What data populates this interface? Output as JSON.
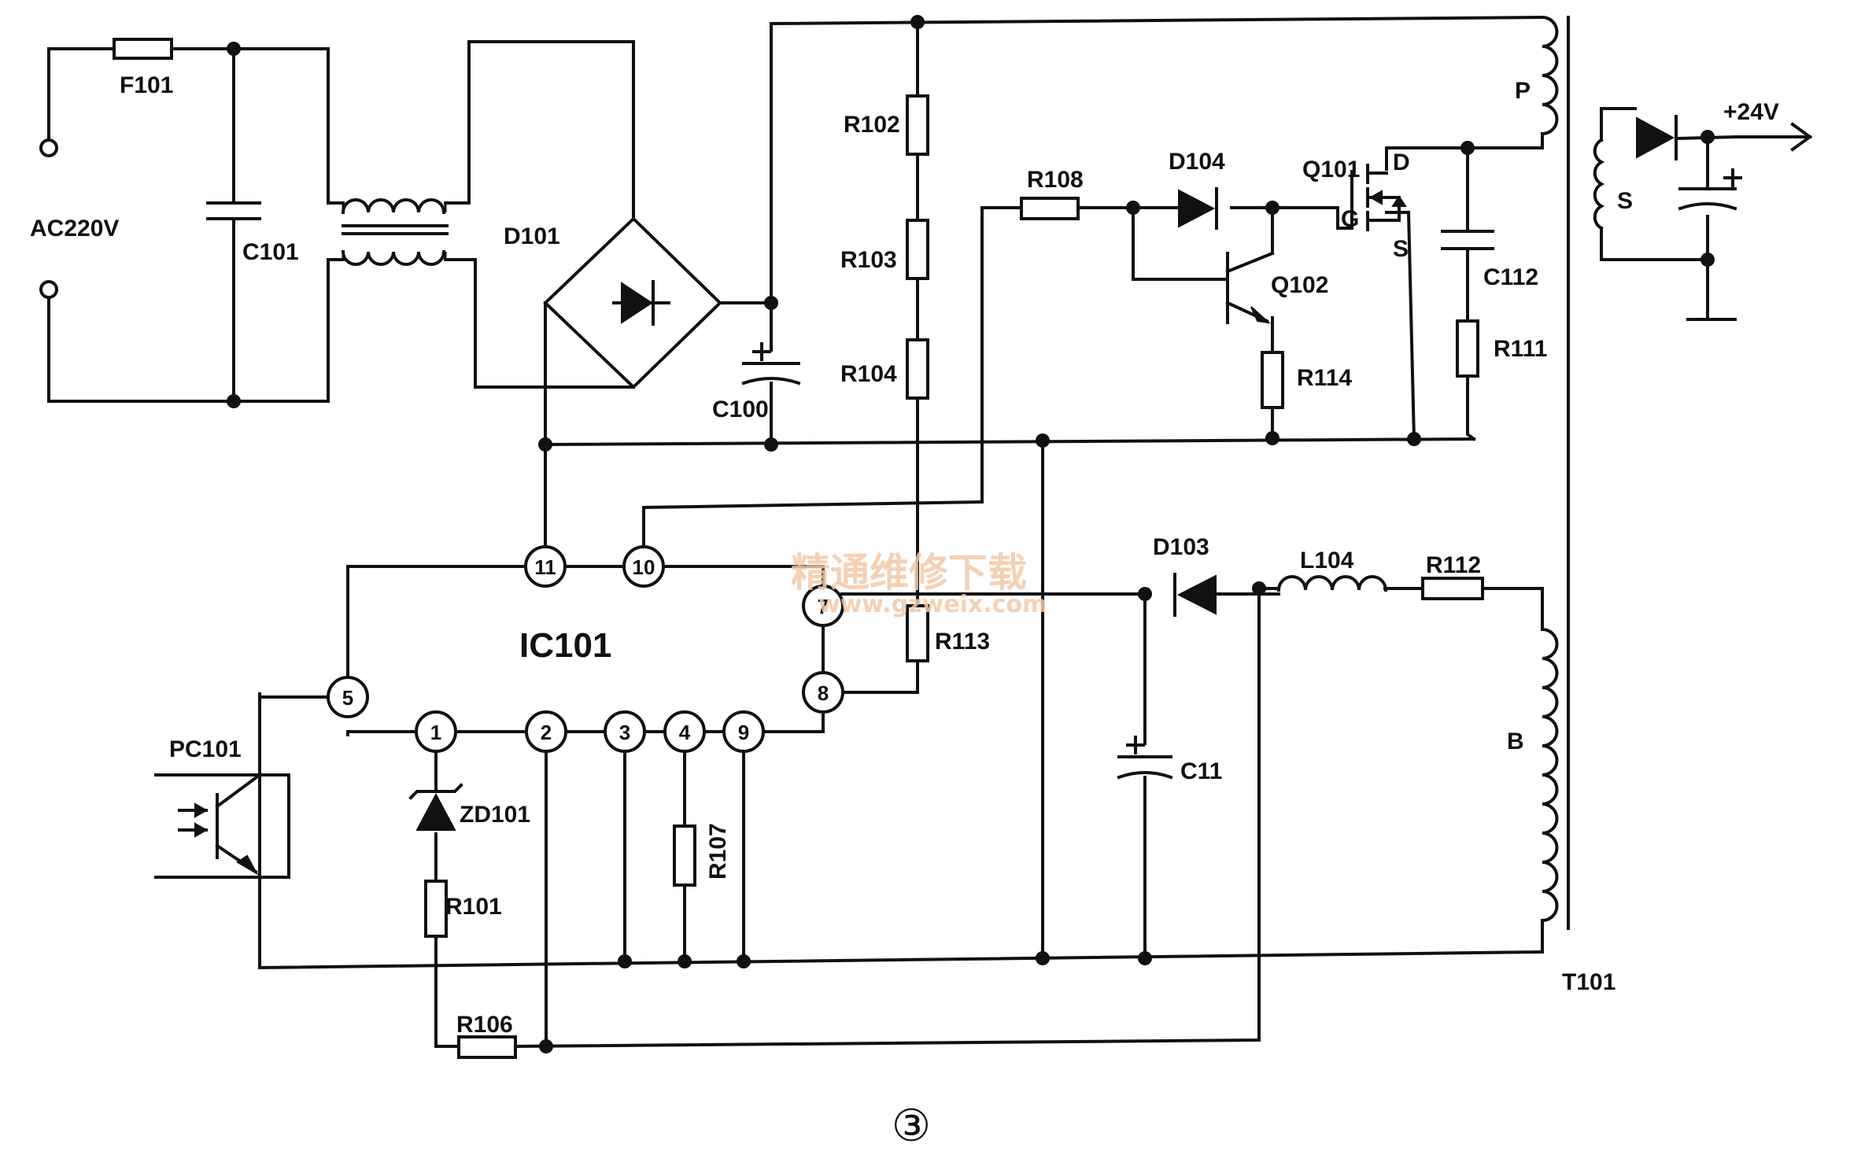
{
  "components": {
    "ac_input": "AC220V",
    "fuse": "F101",
    "c101": "C101",
    "bridge": "D101",
    "c100": "C100",
    "r102": "R102",
    "r103": "R103",
    "r104": "R104",
    "r108": "R108",
    "d104": "D104",
    "q101": "Q101",
    "q102": "Q102",
    "r114": "R114",
    "c112": "C112",
    "r111": "R111",
    "gate": "G",
    "drain": "D",
    "source": "S",
    "primary": "P",
    "secondary": "S",
    "output": "+24V",
    "ic": "IC101",
    "d103": "D103",
    "l104": "L104",
    "r112": "R112",
    "r113": "R113",
    "c11": "C11",
    "aux": "B",
    "transformer": "T101",
    "pc101": "PC101",
    "zd101": "ZD101",
    "r101": "R101",
    "r107": "R107",
    "r106": "R106",
    "cap_plus": "+"
  },
  "ic_pins": [
    "1",
    "2",
    "3",
    "4",
    "5",
    "7",
    "8",
    "9",
    "10",
    "11"
  ],
  "watermark": {
    "text": "精通维修下载",
    "url": "www.gzweix.com"
  },
  "figure_number": "③"
}
